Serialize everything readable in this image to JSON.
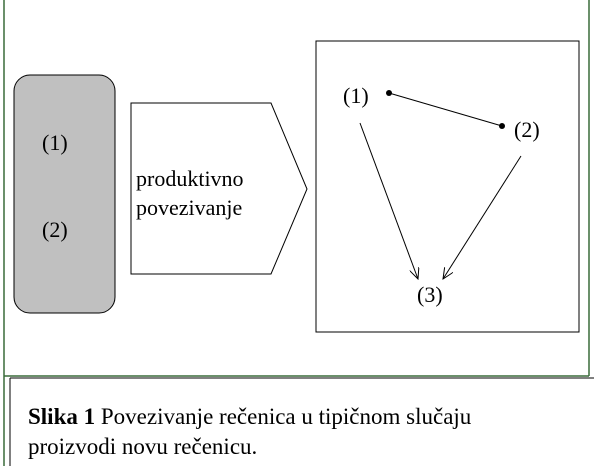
{
  "left_box": {
    "items": [
      "(1)",
      "(2)"
    ]
  },
  "arrow": {
    "line1": "produktivno",
    "line2": "povezivanje"
  },
  "result_box": {
    "nodes": [
      "(1)",
      "(2)",
      "(3)"
    ]
  },
  "caption": {
    "label": "Slika 1",
    "line1": " Povezivanje rečenica u tipičnom slučaju",
    "line2": "proizvodi novu rečenicu."
  },
  "colors": {
    "gray_box": "#c0c0c0",
    "frame": "#3a6b3a",
    "stroke": "#000000"
  }
}
